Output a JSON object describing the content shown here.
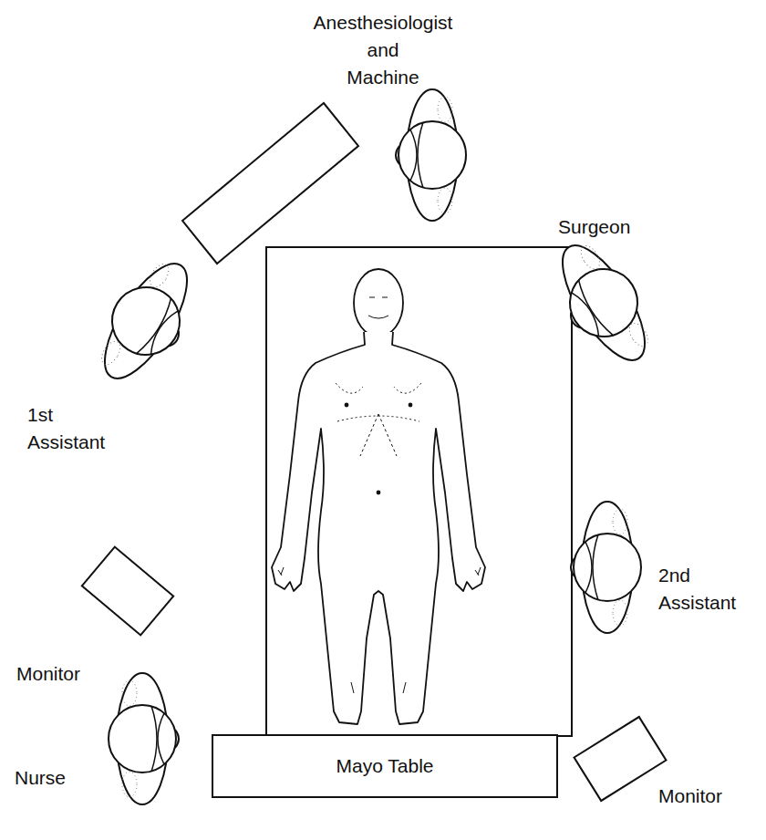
{
  "diagram": {
    "nodes": [
      {
        "text": [
          "Mayo Table"
        ]
      }
    ],
    "labels": [
      "Anesthesiologist and Machine",
      "Surgeon",
      "1st Assistant",
      "2nd Assistant",
      "Monitor",
      "Monitor",
      "Nurse"
    ]
  }
}
